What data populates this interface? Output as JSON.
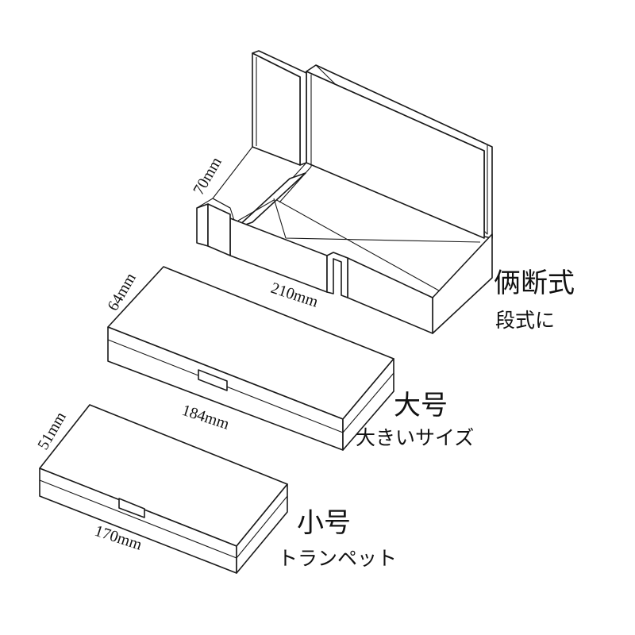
{
  "dimensions": {
    "top_height": "70mm",
    "top_length": "210mm",
    "mid_height": "64mm",
    "mid_length": "184mm",
    "bot_height": "51mm",
    "bot_length": "170mm"
  },
  "labels": {
    "top_title": "俩断式",
    "top_sub": "段式に",
    "mid_title": "大号",
    "mid_sub": "大きいサイズ",
    "bot_title": "小号",
    "bot_sub": "トランペット"
  }
}
